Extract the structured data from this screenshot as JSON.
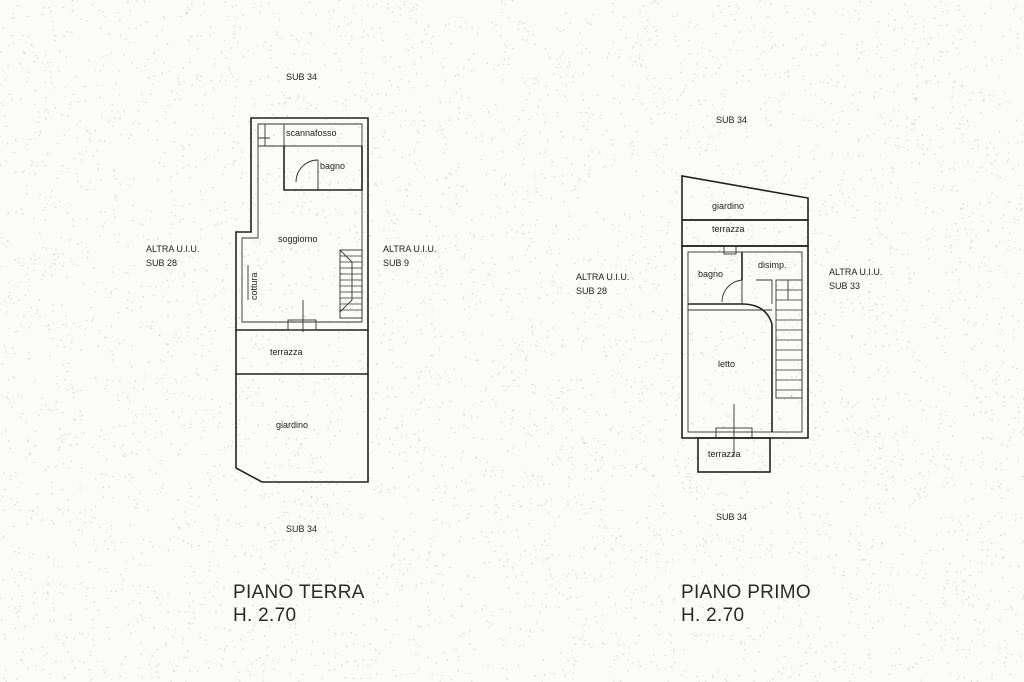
{
  "ground_floor": {
    "top_label": "SUB 34",
    "bottom_label": "SUB 34",
    "left_label": [
      "ALTRA U.I.U.",
      "SUB 28"
    ],
    "right_label": [
      "ALTRA U.I.U.",
      "SUB 9"
    ],
    "rooms": {
      "scannafosso": "scannafosso",
      "bagno": "bagno",
      "soggiorno": "soggiorno",
      "cottura": "cottura",
      "terrazza": "terrazza",
      "giardino": "giardino"
    },
    "caption_title": "PIANO TERRA",
    "caption_height": "H. 2.70"
  },
  "first_floor": {
    "top_label": "SUB 34",
    "bottom_label": "SUB 34",
    "left_label": [
      "ALTRA U.I.U.",
      "SUB 28"
    ],
    "right_label": [
      "ALTRA U.I.U.",
      "SUB 33"
    ],
    "rooms": {
      "giardino": "giardino",
      "terrazza_top": "terrazza",
      "bagno": "bagno",
      "disimp": "disimp.",
      "letto": "letto",
      "terrazza_bottom": "terrazza"
    },
    "caption_title": "PIANO PRIMO",
    "caption_height": "H. 2.70"
  }
}
